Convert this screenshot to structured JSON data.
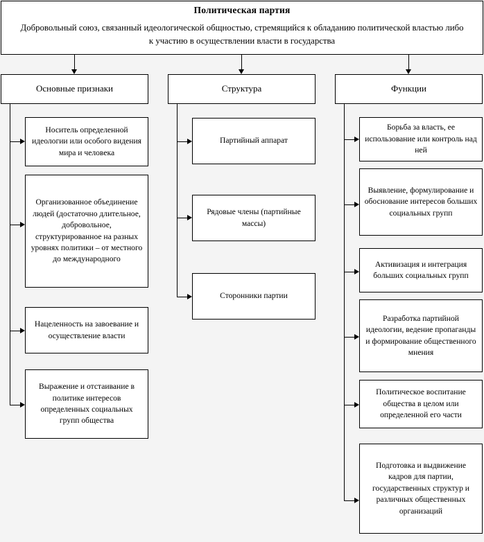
{
  "diagram": {
    "root": {
      "title": "Политическая партия",
      "description": "Добровольный союз, связанный идеологической общностью, стремящийся к обладанию политической властью либо к участию в осуществлении власти в государства"
    },
    "columns": [
      {
        "id": "osnovnye-priznaki",
        "header": "Основные признаки",
        "items": [
          "Носитель  определенной идеологии или особого видения мира и человека",
          "Организованное объединение людей (достаточно  длительное, добровольное, структурированное на разных уровнях политики – от местного до международного",
          "Нацеленность  на завоевание и осуществление власти",
          "Выражение и отстаивание в политике интересов определенных  социальных групп общества"
        ]
      },
      {
        "id": "struktura",
        "header": "Структура",
        "items": [
          "Партийный  аппарат",
          "Рядовые  члены (партийные массы)",
          "Сторонники партии"
        ]
      },
      {
        "id": "funkcii",
        "header": "Функции",
        "items": [
          "Борьба за власть,  ее использование или контроль  над ней",
          "Выявление, формулирование и обоснование интересов больших  социальных групп",
          "Активизация и интеграция больших  социальных групп",
          "Разработка партийной идеологии, ведение пропаганды и формирование общественного мнения",
          "Политическое  воспитание общества в целом или определенной его части",
          "Подготовка  и выдвижение кадров для партии, государственных  структур и различных общественных организаций"
        ]
      }
    ]
  },
  "colors": {
    "background": "#f4f4f4",
    "box_fill": "#ffffff",
    "stroke": "#000000",
    "text": "#000000"
  }
}
